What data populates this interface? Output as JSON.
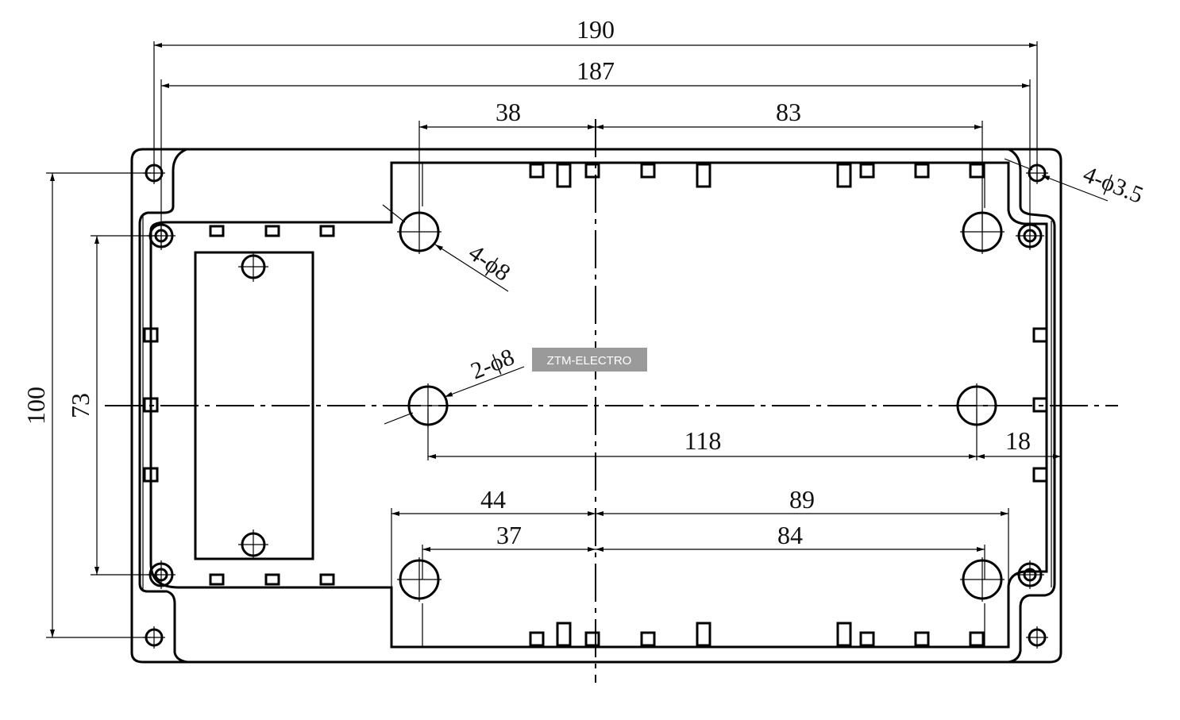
{
  "watermark": "ZTM-ELECTRO",
  "dimensions": {
    "overall_width": "190",
    "hole_span_width": "187",
    "top_left_offset": "38",
    "top_right_offset": "83",
    "center_hole_span": "118",
    "right_edge_offset": "18",
    "bottom_left_outer": "44",
    "bottom_left_inner": "37",
    "bottom_right_outer": "89",
    "bottom_right_inner": "84",
    "overall_height": "100",
    "hole_span_height": "73"
  },
  "callouts": {
    "corner_holes": "4-ϕ3.5",
    "boss_holes": "4-ϕ8",
    "center_holes": "2-ϕ8"
  }
}
